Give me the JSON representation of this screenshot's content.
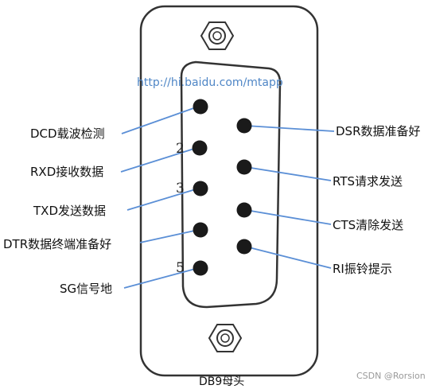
{
  "url_text": "http://hi.baidu.com/mtapp",
  "caption": "DB9母头",
  "watermark": "CSDN @Rorsion",
  "pin_numbers": [
    "2",
    "3",
    "5"
  ],
  "left_labels": [
    "DCD载波检测",
    "RXD接收数据",
    "TXD发送数据",
    "DTR数据终端准备好",
    "SG信号地"
  ],
  "right_labels": [
    "DSR数据准备好",
    "RTS请求发送",
    "CTS清除发送",
    "RI振铃提示"
  ],
  "colors": {
    "leader_line": "#5b8fd6",
    "pin": "#1a1a1a",
    "outline": "#333333"
  }
}
